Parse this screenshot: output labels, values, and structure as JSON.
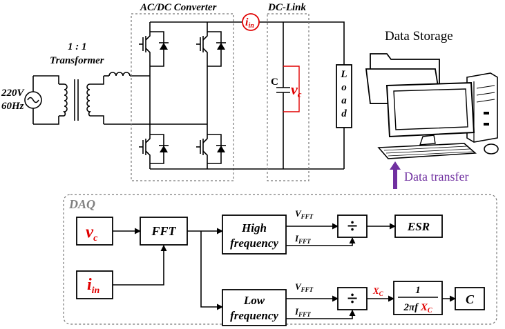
{
  "power_circuit": {
    "converter_label": "AC/DC Converter",
    "dclink_label": "DC-Link",
    "current_sensor": {
      "symbol": "i",
      "subscript": "in"
    },
    "transformer_ratio": "1 : 1",
    "transformer_label": "Transformer",
    "source_voltage": "220V",
    "source_frequency": "60Hz",
    "capacitor_label": "C",
    "capacitor_voltage": {
      "symbol": "v",
      "subscript": "c"
    },
    "load_letters": [
      "L",
      "o",
      "a",
      "d"
    ]
  },
  "storage": {
    "title": "Data Storage",
    "transfer_label": "Data transfer",
    "arrow_color": "#7030a0"
  },
  "daq": {
    "title": "DAQ",
    "input_vc": {
      "symbol": "v",
      "subscript": "c"
    },
    "input_iin": {
      "symbol": "i",
      "subscript": "in"
    },
    "fft": "FFT",
    "high_line1": "High",
    "high_line2": "frequency",
    "low_line1": "Low",
    "low_line2": "frequency",
    "v_fft": {
      "symbol": "V",
      "subscript": "FFT"
    },
    "i_fft": {
      "symbol": "I",
      "subscript": "FFT"
    },
    "divide": "÷",
    "xc": {
      "symbol": "X",
      "subscript": "C"
    },
    "formula_numerator": "1",
    "formula_prefix": "2πf ",
    "esr": "ESR",
    "c_out": "C"
  },
  "colors": {
    "accent_red": "#e00000",
    "daq_gray": "#808080"
  }
}
